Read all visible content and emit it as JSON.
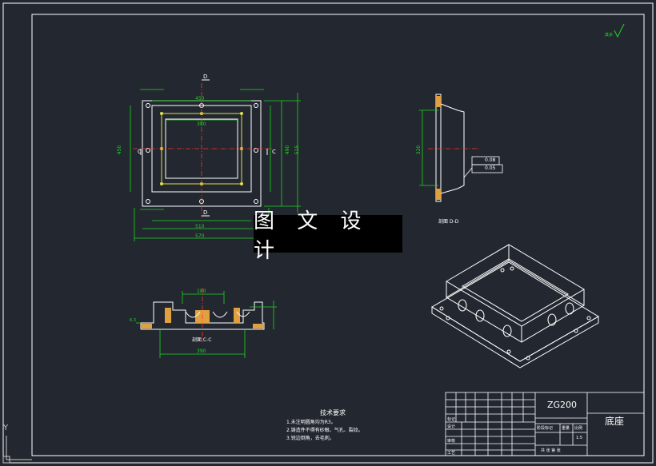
{
  "watermark": "图 文 设 计",
  "title_block": {
    "drawing_code": "ZG200",
    "part_name": "底座",
    "scale": "1:5",
    "signature_rows": [
      "标记",
      "设计",
      "审核",
      "工艺"
    ],
    "stage_label": "阶段标记",
    "weight_label": "重量",
    "scale_label": "比例",
    "sheet_text": "共  张  第  张"
  },
  "technical_requirements": {
    "title": "技术要求",
    "items": [
      "1.未注明圆角均为R3。",
      "2.铸造件不得有砂眼、气孔、裂纹。",
      "3.锐边倒角，去毛刺。"
    ]
  },
  "views": {
    "top": {
      "dims_horizontal": [
        "450",
        "380",
        "510",
        "570"
      ],
      "dims_vertical": [
        "450",
        "490",
        "515"
      ],
      "section_marks": [
        "C",
        "C",
        "D",
        "D"
      ]
    },
    "side": {
      "caption": "剖面 D-D",
      "dims": [
        "320"
      ],
      "tolerances": [
        "0.08",
        "0.05"
      ]
    },
    "front": {
      "caption": "剖面 C-C",
      "dims": [
        "180",
        "390",
        "6.3"
      ]
    }
  },
  "roughness_note": "其余",
  "ucs_label": "Y",
  "colors": {
    "background": "#232830",
    "border": "#ffffff",
    "dimension": "#1fd61f",
    "centerline": "#ff3030",
    "hidden": "#e0e04a"
  }
}
